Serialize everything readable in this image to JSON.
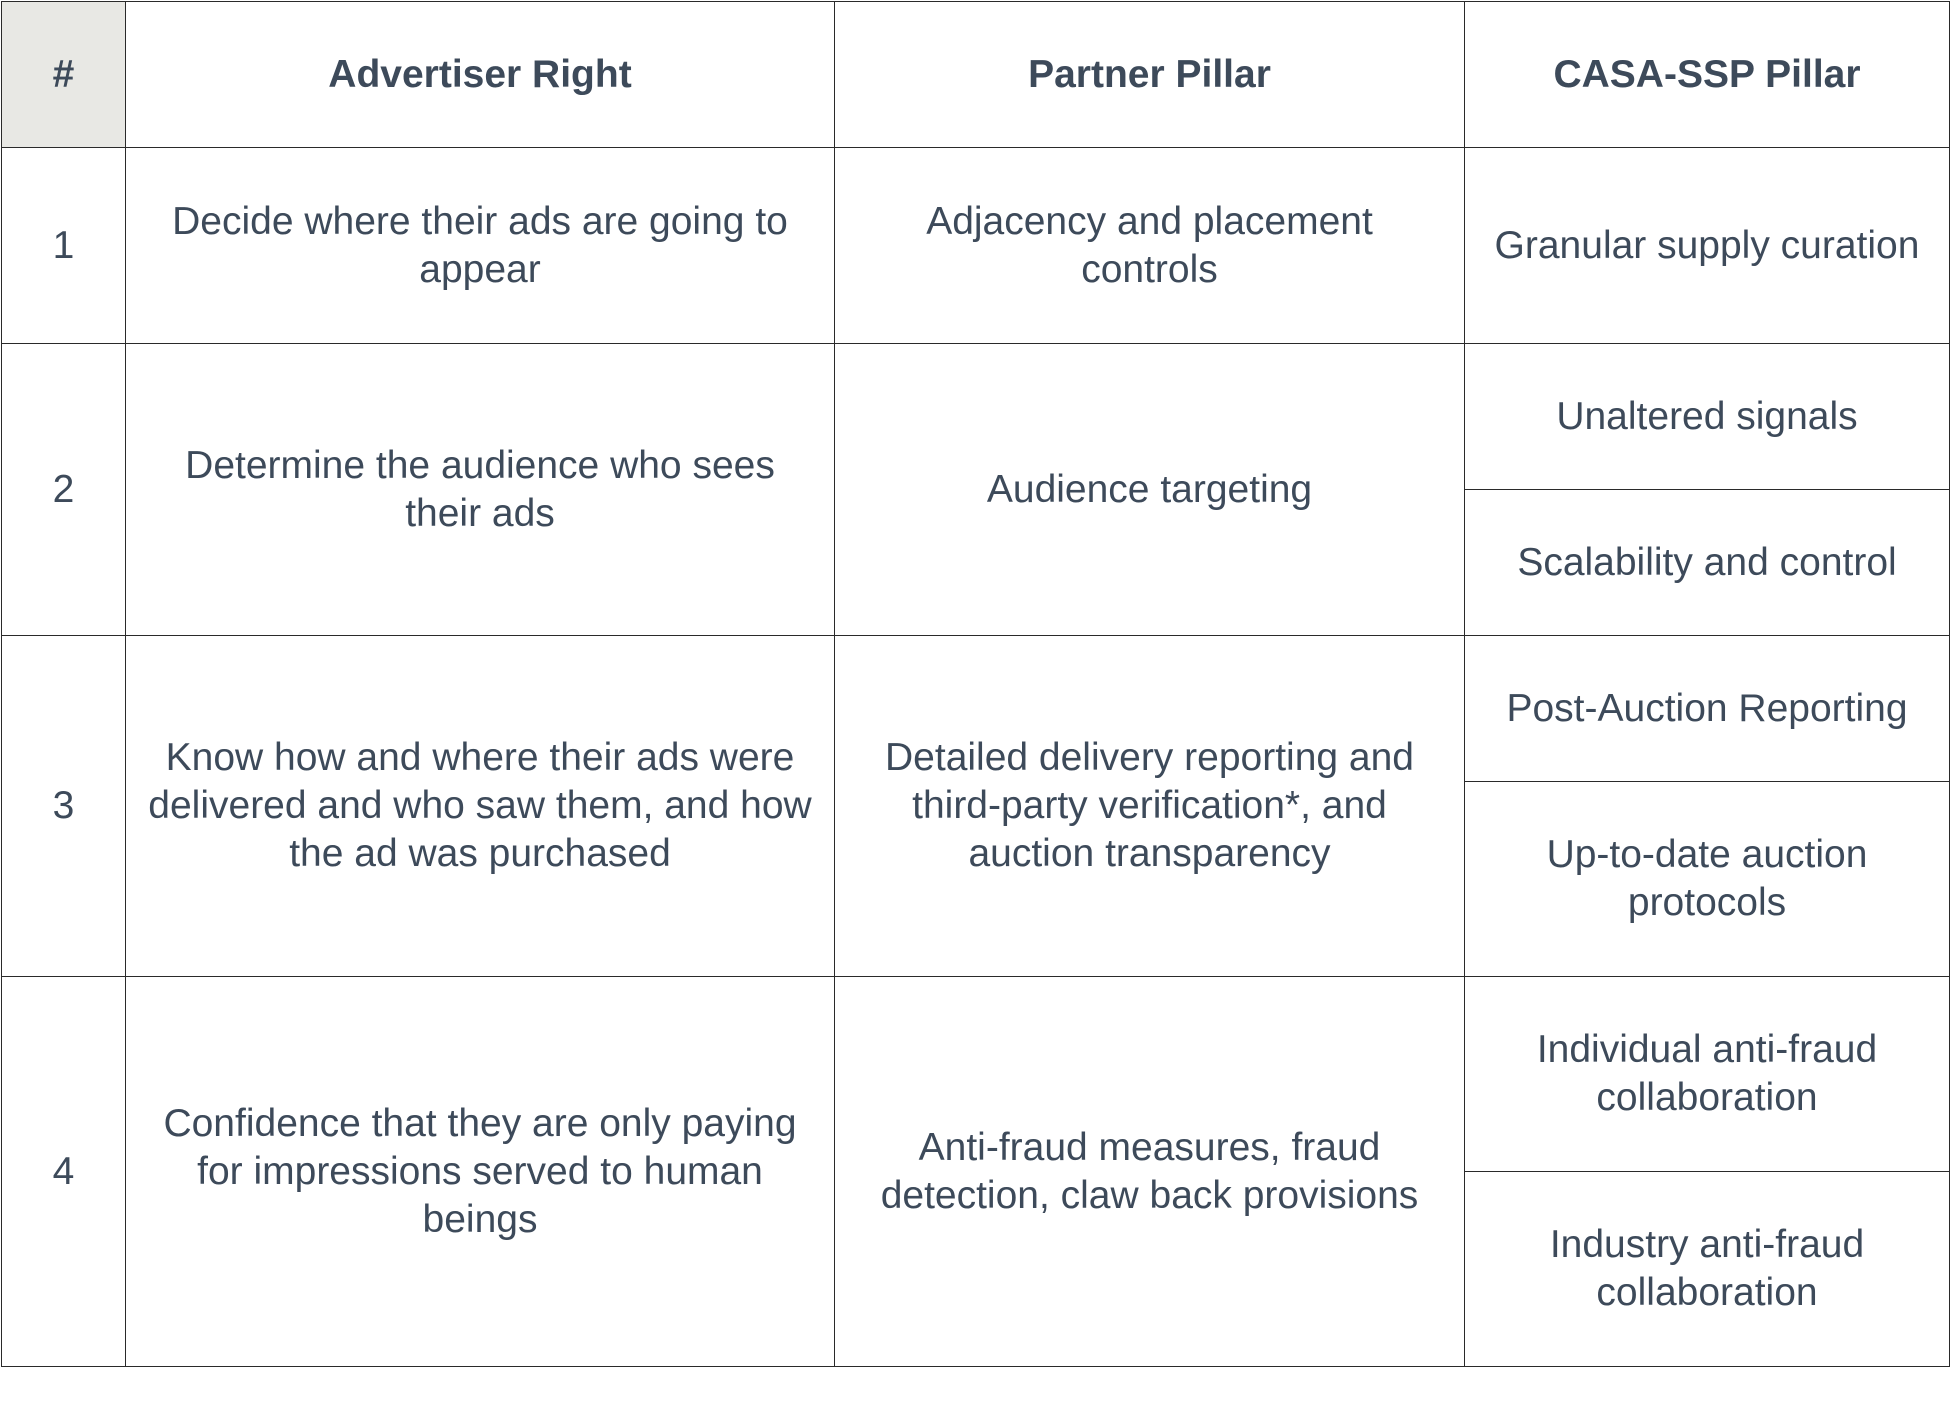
{
  "header": {
    "num": "#",
    "advertiser_right": "Advertiser Right",
    "partner_pillar": "Partner Pillar",
    "casa_pillar": "CASA-SSP Pillar"
  },
  "rows": [
    {
      "num": "1",
      "right": "Decide where their ads are going to appear",
      "partner": "Adjacency and placement controls",
      "casa": [
        "Granular supply curation"
      ]
    },
    {
      "num": "2",
      "right": "Determine the audience who sees their ads",
      "partner": "Audience targeting",
      "casa": [
        "Unaltered signals",
        "Scalability and control"
      ]
    },
    {
      "num": "3",
      "right": "Know how and where their ads were delivered and who saw them, and how the ad was purchased",
      "partner": "Detailed delivery reporting and third-party verification*, and auction transparency",
      "casa": [
        "Post-Auction Reporting",
        "Up-to-date auction protocols"
      ]
    },
    {
      "num": "4",
      "right": "Confidence that they are only paying for impressions served to human beings",
      "partner": "Anti-fraud measures, fraud detection, claw back provisions",
      "casa": [
        "Individual anti-fraud collaboration",
        "Industry anti-fraud collaboration"
      ]
    }
  ]
}
